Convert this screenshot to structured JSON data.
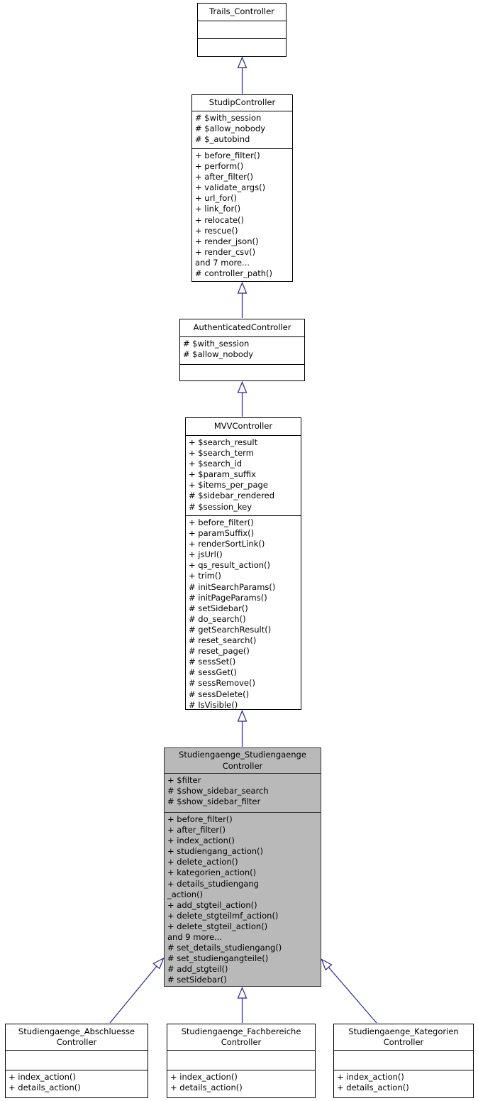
{
  "colors": {
    "highlight_fill": "#b9b9b9",
    "highlight_border": "#303030",
    "box_border": "#000000",
    "edge": "#28288f"
  },
  "classes": [
    {
      "name": "Trails_Controller",
      "title_lines": [
        "Trails_Controller"
      ],
      "attributes": [],
      "methods": []
    },
    {
      "name": "StudipController",
      "title_lines": [
        "StudipController"
      ],
      "attributes": [
        "# $with_session",
        "# $allow_nobody",
        "# $_autobind"
      ],
      "methods": [
        "+ before_filter()",
        "+ perform()",
        "+ after_filter()",
        "+ validate_args()",
        "+ url_for()",
        "+ link_for()",
        "+ relocate()",
        "+ rescue()",
        "+ render_json()",
        "+ render_csv()",
        "and 7 more...",
        "# controller_path()"
      ]
    },
    {
      "name": "AuthenticatedController",
      "title_lines": [
        "AuthenticatedController"
      ],
      "attributes": [
        "# $with_session",
        "# $allow_nobody"
      ],
      "methods": []
    },
    {
      "name": "MVVController",
      "title_lines": [
        "MVVController"
      ],
      "attributes": [
        "+ $search_result",
        "+ $search_term",
        "+ $search_id",
        "+ $param_suffix",
        "+ $items_per_page",
        "# $sidebar_rendered",
        "# $session_key"
      ],
      "methods": [
        "+ before_filter()",
        "+ paramSuffix()",
        "+ renderSortLink()",
        "+ jsUrl()",
        "+ qs_result_action()",
        "+ trim()",
        "# initSearchParams()",
        "# initPageParams()",
        "# setSidebar()",
        "# do_search()",
        "# getSearchResult()",
        "# reset_search()",
        "# reset_page()",
        "# sessSet()",
        "# sessGet()",
        "# sessRemove()",
        "# sessDelete()",
        "# IsVisible()"
      ]
    },
    {
      "name": "Studiengaenge_StudiengaengeController",
      "title_lines": [
        "Studiengaenge_Studiengaenge",
        "Controller"
      ],
      "attributes": [
        "+ $filter",
        "# $show_sidebar_search",
        "# $show_sidebar_filter"
      ],
      "methods": [
        "+ before_filter()",
        "+ after_filter()",
        "+ index_action()",
        "+ studiengang_action()",
        "+ delete_action()",
        "+ kategorien_action()",
        "+ details_studiengang",
        "_action()",
        "+ add_stgteil_action()",
        "+ delete_stgteilmf_action()",
        "+ delete_stgteil_action()",
        "and 9 more...",
        "# set_details_studiengang()",
        "# set_studiengangteile()",
        "# add_stgteil()",
        "# setSidebar()"
      ]
    },
    {
      "name": "Studiengaenge_AbschluesseController",
      "title_lines": [
        "Studiengaenge_Abschluesse",
        "Controller"
      ],
      "attributes": [],
      "methods": [
        "+ index_action()",
        "+ details_action()"
      ]
    },
    {
      "name": "Studiengaenge_FachbereicheController",
      "title_lines": [
        "Studiengaenge_Fachbereiche",
        "Controller"
      ],
      "attributes": [],
      "methods": [
        "+ index_action()",
        "+ details_action()"
      ]
    },
    {
      "name": "Studiengaenge_KategorienController",
      "title_lines": [
        "Studiengaenge_Kategorien",
        "Controller"
      ],
      "attributes": [],
      "methods": [
        "+ index_action()",
        "+ details_action()"
      ]
    }
  ]
}
